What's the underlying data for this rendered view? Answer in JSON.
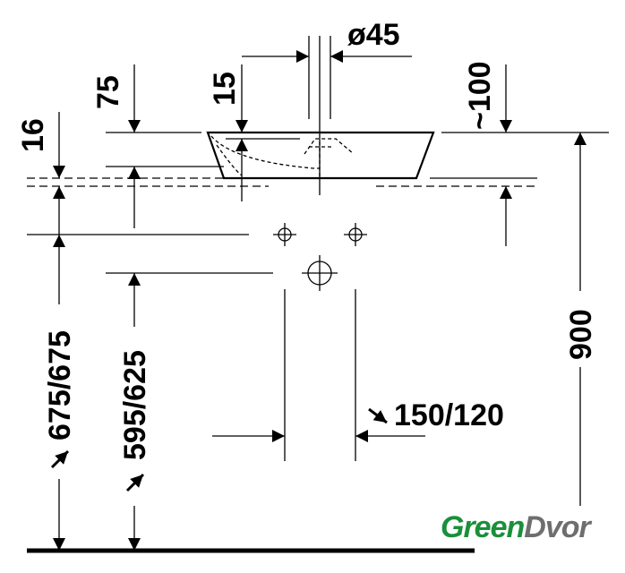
{
  "dimensions": {
    "drain_diameter": "ø45",
    "basin_height": "75",
    "inner_depth": "15",
    "right_offset": "~100",
    "overflow_offset": "16",
    "left_height": "675/675",
    "inner_height": "595/625",
    "tap_spacing": "150/120",
    "total_height": "900"
  },
  "logo": {
    "part1": "Green",
    "part2": "Dvor"
  },
  "colors": {
    "line": "#000000",
    "logo_green": "#1a8f3a",
    "logo_gray": "#6e6e6e"
  }
}
